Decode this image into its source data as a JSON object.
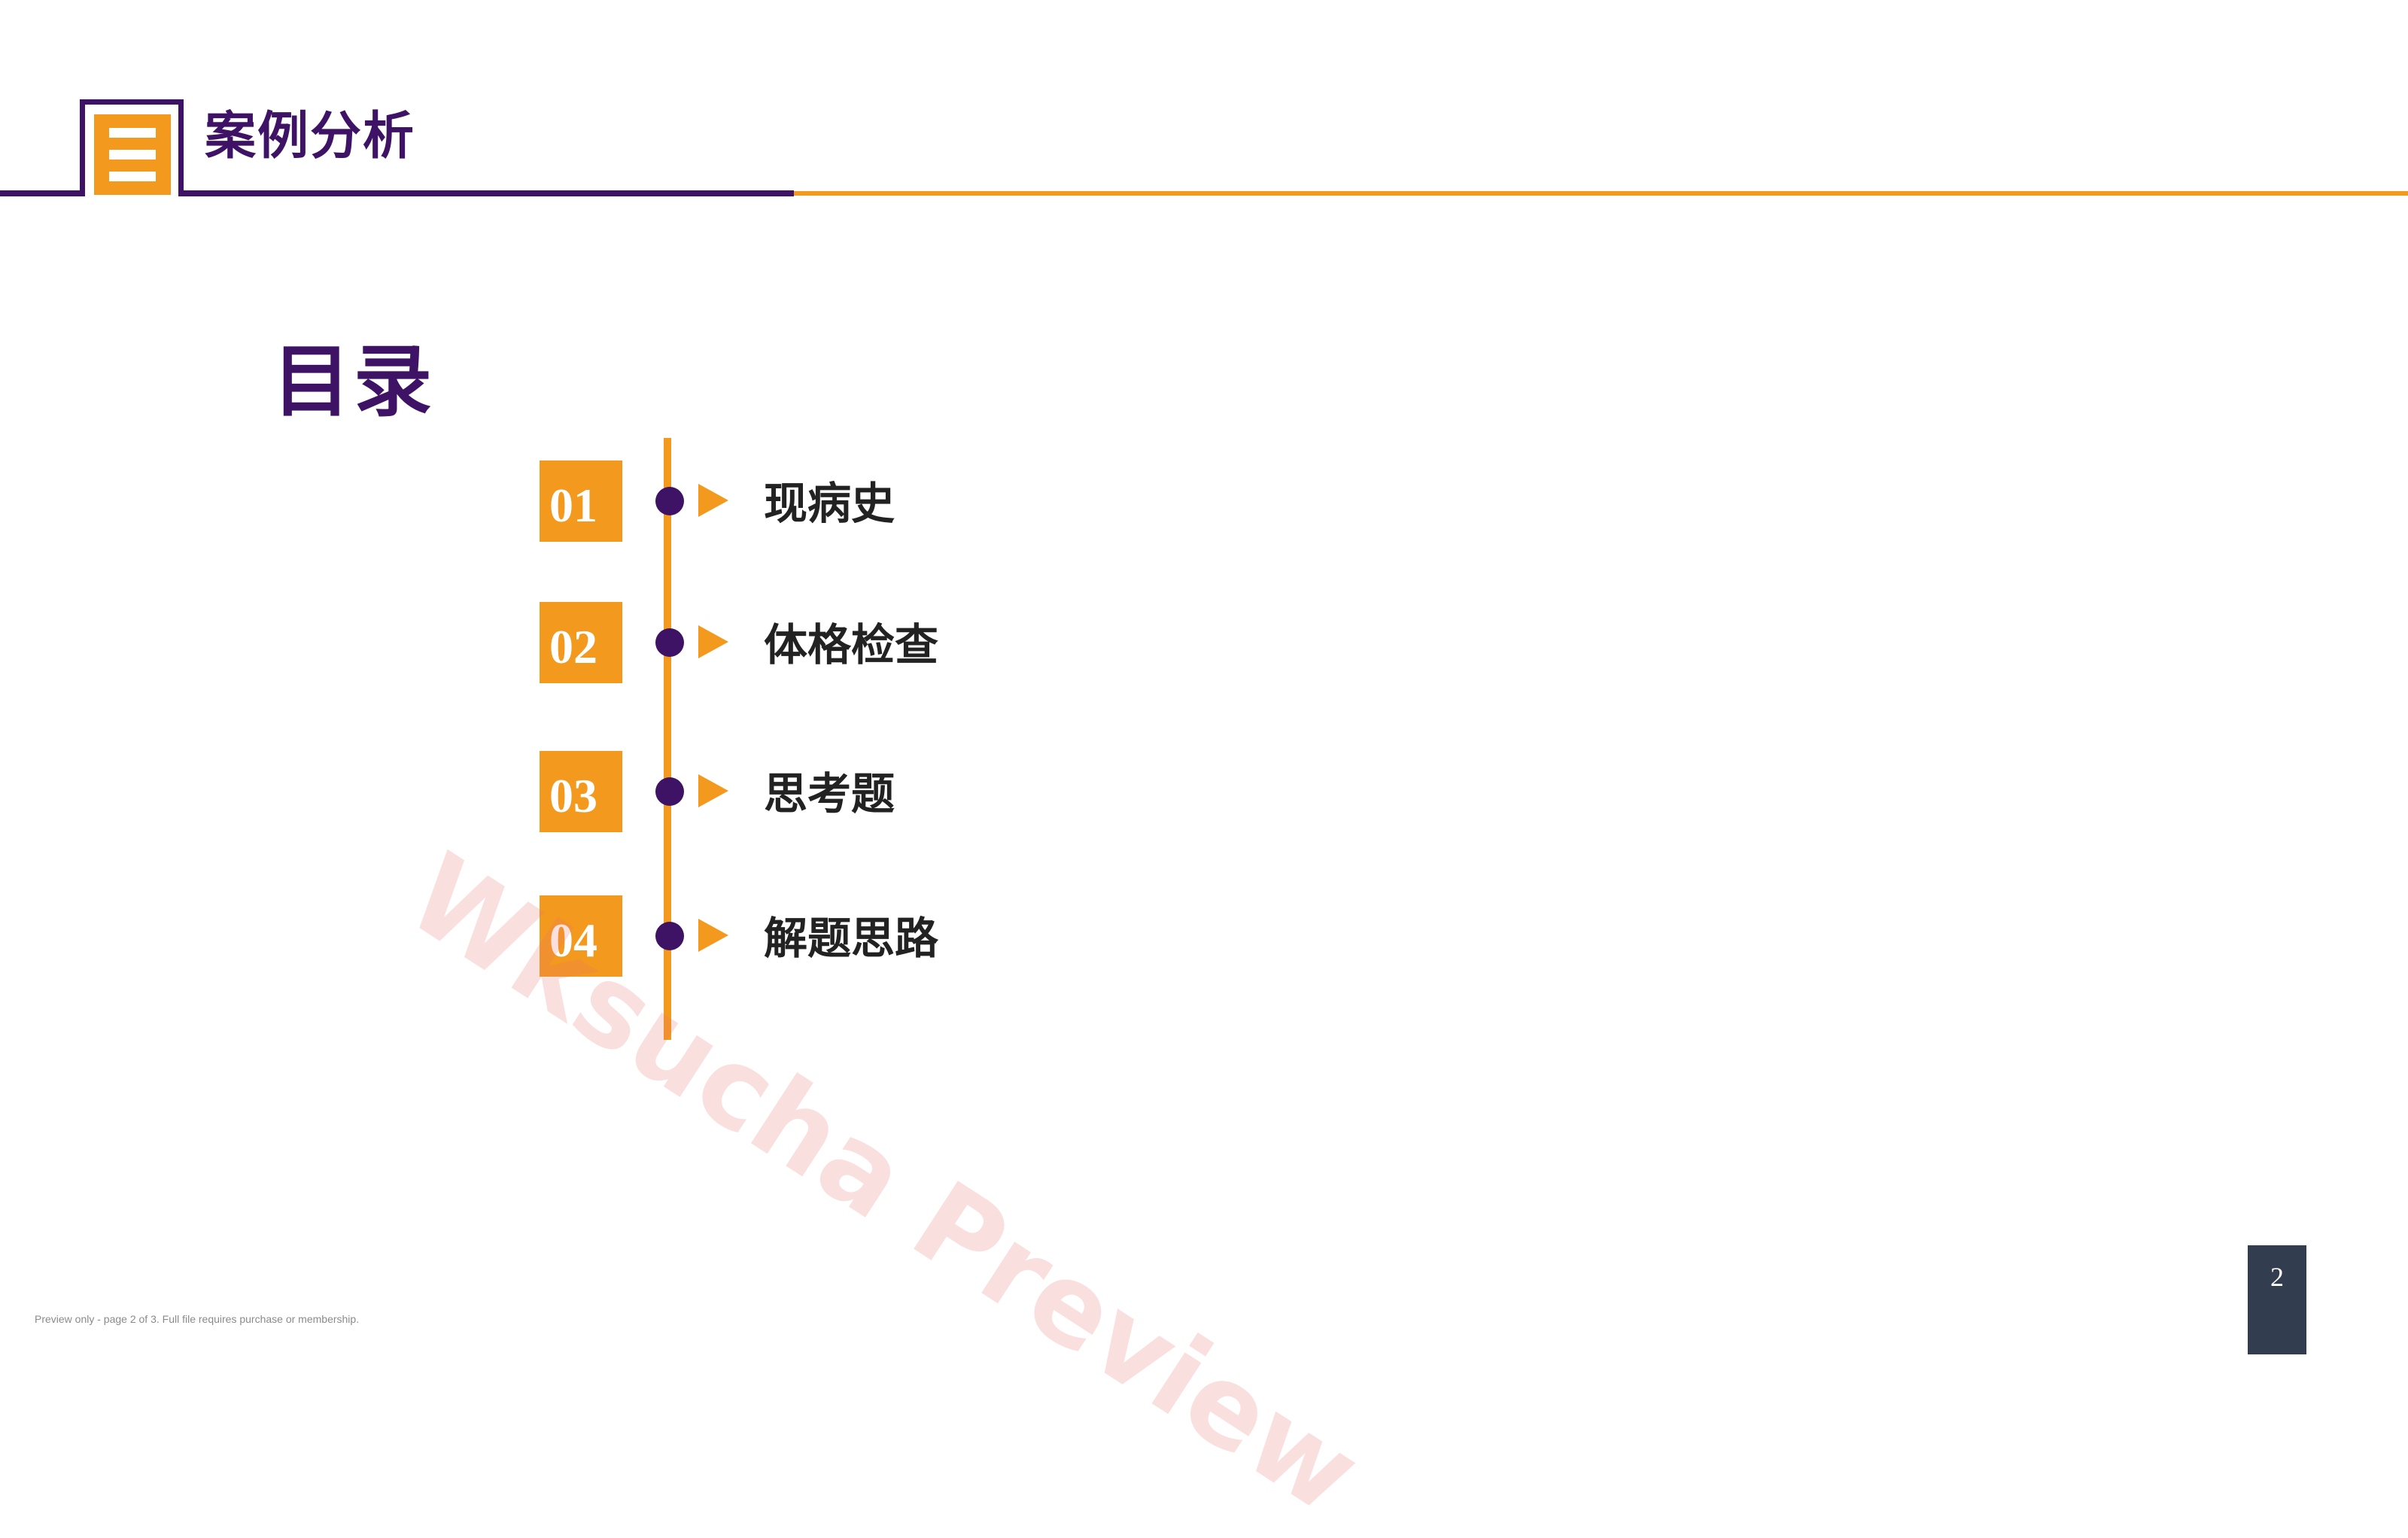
{
  "header": {
    "section_title": "案例分析",
    "logo_icon": "menu-lines-icon"
  },
  "toc": {
    "title": "目录",
    "items": [
      {
        "number": "01",
        "label": "现病史"
      },
      {
        "number": "02",
        "label": "体格检查"
      },
      {
        "number": "03",
        "label": "思考题"
      },
      {
        "number": "04",
        "label": "解题思路"
      }
    ]
  },
  "watermark": "Wksucha Preview",
  "footer": {
    "page_number": "2",
    "preview_note": "Preview only - page 2 of 3. Full file requires purchase or membership."
  },
  "colors": {
    "primary_purple": "#3e1264",
    "accent_orange": "#f39a1e",
    "badge_slate": "#323d4f"
  }
}
